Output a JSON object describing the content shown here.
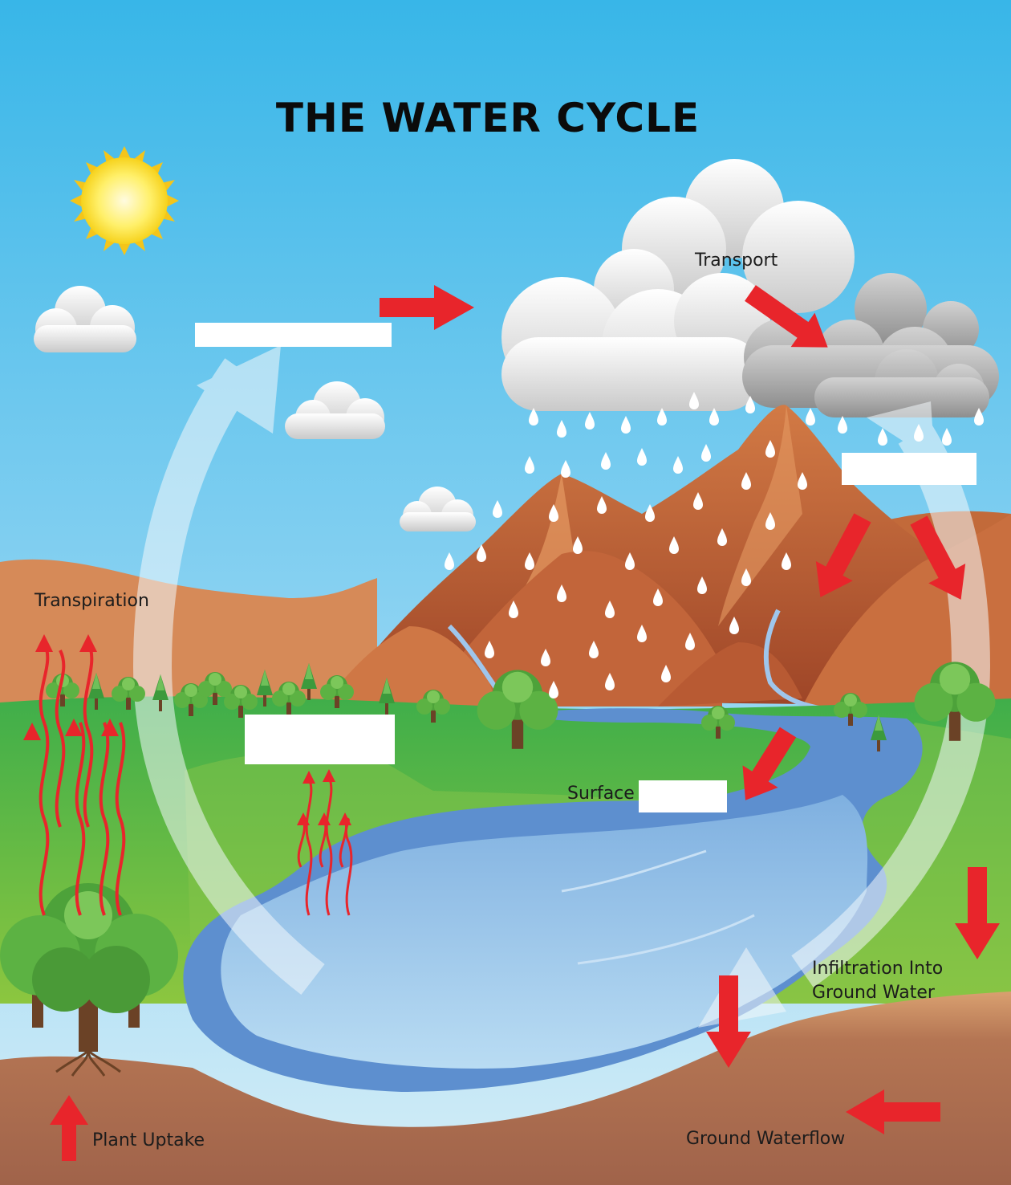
{
  "title": "THE WATER CYCLE",
  "labels": {
    "transport": "Transport",
    "transpiration": "Transpiration",
    "surface": "Surface",
    "infiltration_line1": "Infiltration Into",
    "infiltration_line2": "Ground Water",
    "plant_uptake": "Plant Uptake",
    "ground_waterflow": "Ground Waterflow"
  },
  "colors": {
    "sky_top": "#38b6e8",
    "sky_bottom": "#c6e8f5",
    "mountain": "#b4552f",
    "grass": "#5fba3c",
    "water": "#8dbde3",
    "soil": "#a8684a",
    "arrow_red": "#e8252b",
    "label_box": "#ffffff"
  }
}
